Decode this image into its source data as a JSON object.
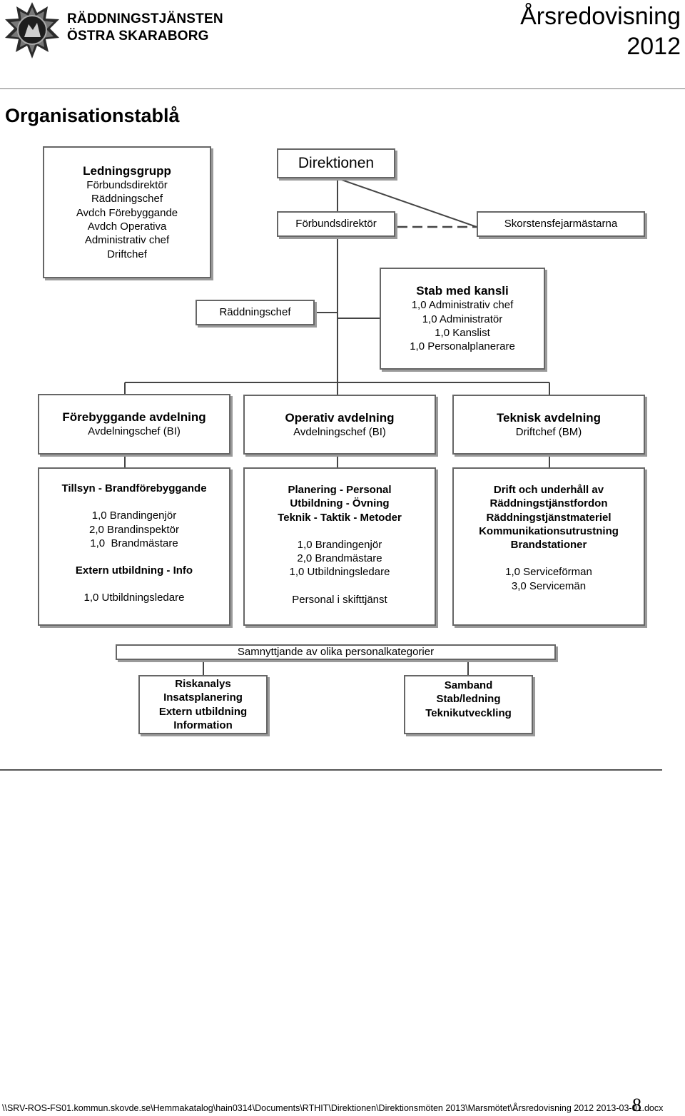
{
  "header": {
    "org_line1": "RÄDDNINGSTJÄNSTEN",
    "org_line2": "ÖSTRA SKARABORG",
    "doc_title": "Årsredovisning",
    "doc_year": "2012",
    "logo_icon": "fire-rescue-star-emblem-icon"
  },
  "page_title": "Organisationstablå",
  "chart": {
    "ledningsgrupp": {
      "title": "Ledningsgrupp",
      "lines": [
        "Förbundsdirektör",
        "Räddningschef",
        "Avdch Förebyggande",
        "Avdch Operativa",
        "Administrativ chef",
        "Driftchef"
      ]
    },
    "direktionen": "Direktionen",
    "forbundsdirektor": "Förbundsdirektör",
    "skorstensfejar": "Skorstensfejarmästarna",
    "raddningschef": "Räddningschef",
    "stab": {
      "title": "Stab med kansli",
      "lines": [
        "1,0 Administrativ chef",
        "1,0 Administratör",
        "1,0 Kanslist",
        "1,0 Personalplanerare"
      ]
    },
    "departments": [
      {
        "title": "Förebyggande avdelning",
        "sub": "Avdelningschef (BI)"
      },
      {
        "title": "Operativ avdelning",
        "sub": "Avdelningschef (BI)"
      },
      {
        "title": "Teknisk avdelning",
        "sub": "Driftchef (BM)"
      }
    ],
    "units": {
      "tillsyn": {
        "title": "Tillsyn - Brandförebyggande",
        "staff": [
          "1,0 Brandingenjör",
          "2,0 Brandinspektör",
          "1,0  Brandmästare"
        ],
        "section2": "Extern utbildning - Info",
        "staff2": "1,0 Utbildningsledare"
      },
      "operativ": {
        "titles": [
          "Planering - Personal",
          "Utbildning - Övning",
          "Teknik - Taktik - Metoder"
        ],
        "staff": [
          "1,0 Brandingenjör",
          "2,0 Brandmästare",
          "1,0 Utbildningsledare"
        ],
        "extra": "Personal i skifttjänst"
      },
      "teknisk": {
        "titles": [
          "Drift och underhåll av",
          "Räddningstjänstfordon",
          "Räddningstjänstmateriel",
          "Kommunikationsutrustning",
          "Brandstationer"
        ],
        "staff": [
          "1,0 Serviceförman",
          "3,0 Servicemän"
        ]
      }
    },
    "samnyttjande": "Samnyttjande av olika personalkategorier",
    "shared_left": [
      "Riskanalys",
      "Insatsplanering",
      "Extern utbildning",
      "Information"
    ],
    "shared_right": [
      "Samband",
      "Stab/ledning",
      "Teknikutveckling"
    ]
  },
  "footer": {
    "path": "\\\\SRV-ROS-FS01.kommun.skovde.se\\Hemmakatalog\\hain0314\\Documents\\RTHIT\\Direktionen\\Direktionsmöten 2013\\Marsmötet\\Årsredovisning 2012 2013-03-01.docx",
    "page_number": "8"
  }
}
